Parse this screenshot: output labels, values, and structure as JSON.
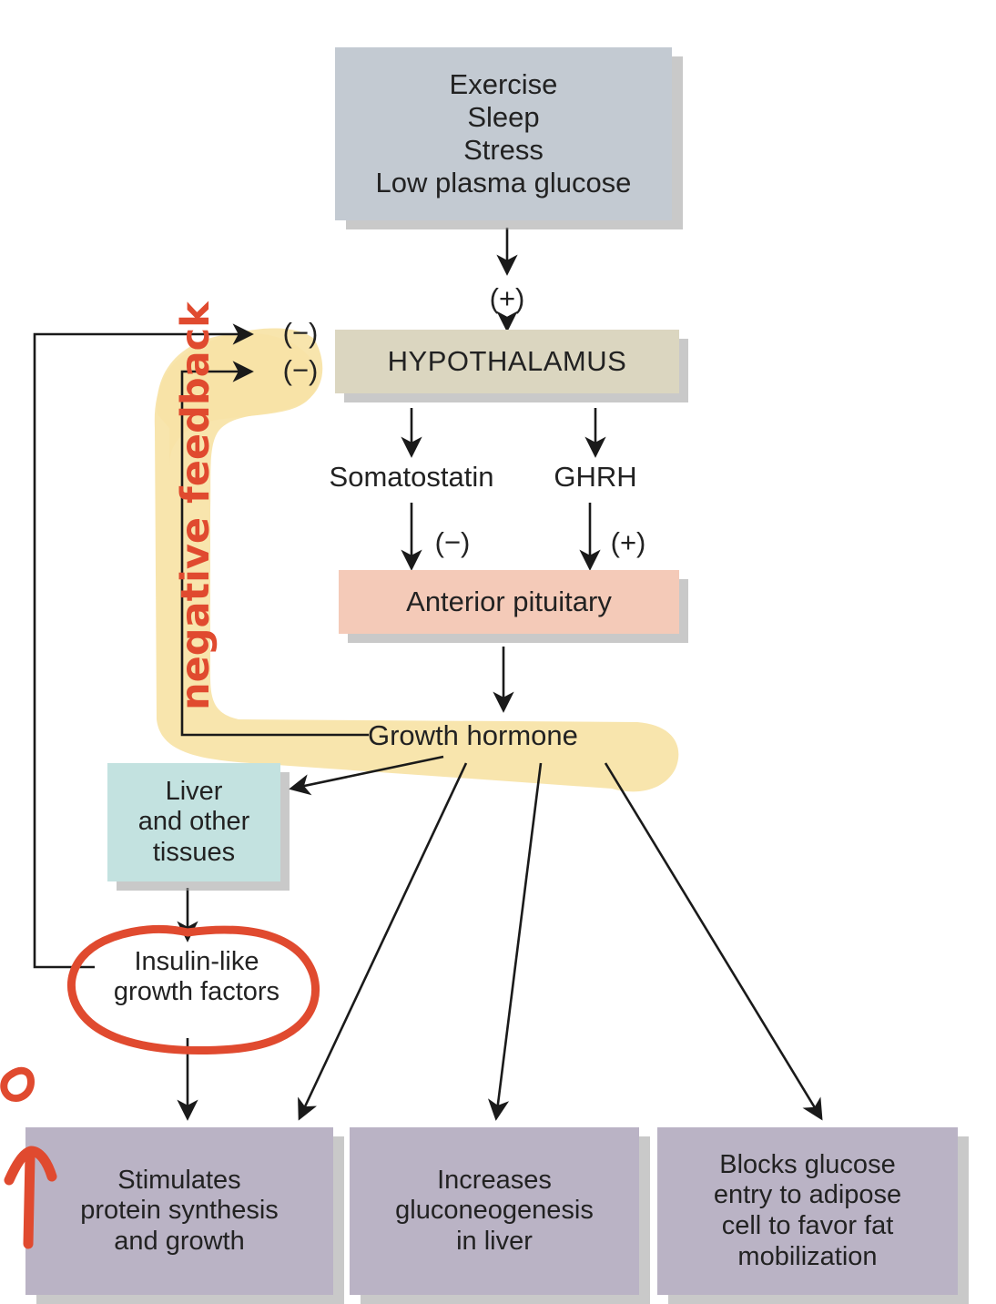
{
  "diagram": {
    "title": "Growth hormone regulation flowchart",
    "colors": {
      "stimulus_box": "#c3cad2",
      "hypothalamus_box": "#dbd6c0",
      "pituitary_box": "#f4cab8",
      "tissue_box": "#c3e2e0",
      "effect_box": "#bab3c5",
      "ink_red": "#e04a2f",
      "highlighter_yellow": "#f7e3a6",
      "line": "#1a1a1a"
    },
    "nodes": {
      "stimuli": {
        "label": "Exercise\nSleep\nStress\nLow plasma glucose"
      },
      "hypothalamus": {
        "label": "HYPOTHALAMUS"
      },
      "somatostatin": {
        "label": "Somatostatin"
      },
      "ghrh": {
        "label": "GHRH"
      },
      "anterior_pituitary": {
        "label": "Anterior pituitary"
      },
      "growth_hormone": {
        "label": "Growth hormone"
      },
      "liver": {
        "label": "Liver\nand other\ntissues"
      },
      "igf": {
        "label": "Insulin-like\ngrowth factors"
      },
      "effect_protein": {
        "label": "Stimulates\nprotein synthesis\nand growth"
      },
      "effect_gluconeo": {
        "label": "Increases\ngluconeogenesis\nin liver"
      },
      "effect_glucose": {
        "label": "Blocks glucose\nentry to adipose\ncell to favor fat\nmobilization"
      }
    },
    "signs": {
      "stimuli_to_hypothalamus": "(+)",
      "igf_feedback": "(−)",
      "gh_feedback": "(−)",
      "somatostatin_to_pituitary": "(−)",
      "ghrh_to_pituitary": "(+)"
    },
    "annotations": {
      "negative_feedback": "negative feedback",
      "stray_mark": "o"
    }
  }
}
